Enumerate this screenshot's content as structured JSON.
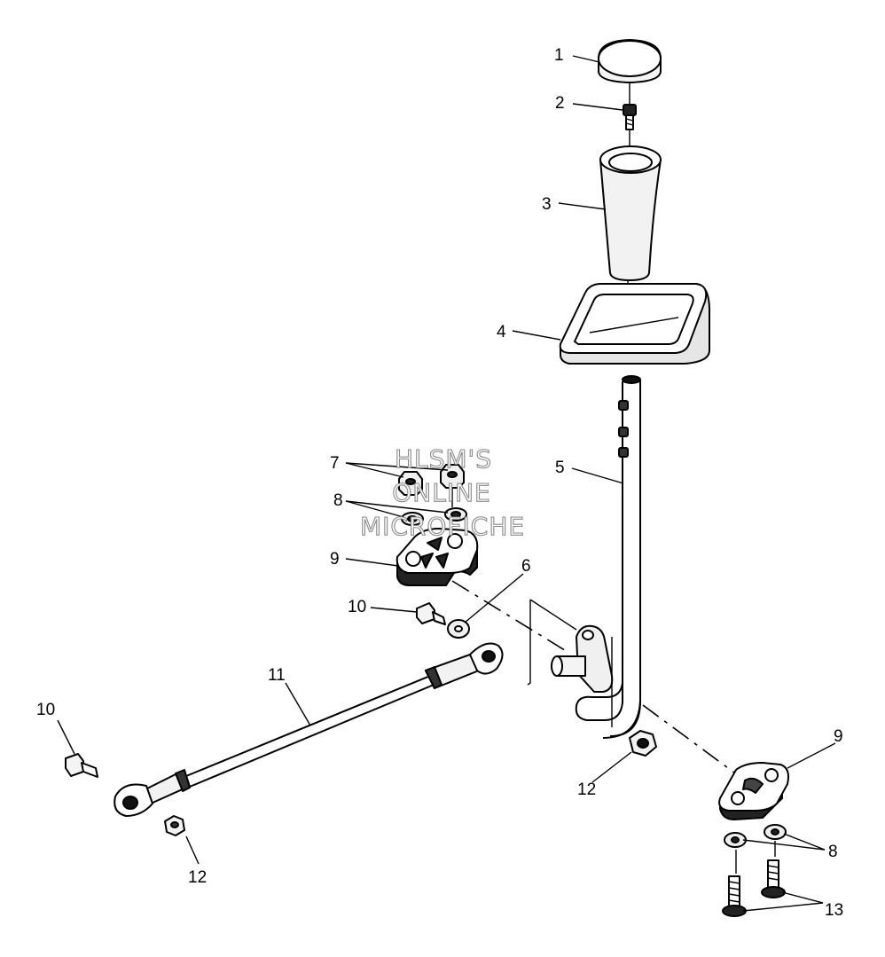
{
  "callouts": [
    {
      "id": "c1",
      "label": "1"
    },
    {
      "id": "c2",
      "label": "2"
    },
    {
      "id": "c3",
      "label": "3"
    },
    {
      "id": "c4",
      "label": "4"
    },
    {
      "id": "c5",
      "label": "5"
    },
    {
      "id": "c6",
      "label": "6"
    },
    {
      "id": "c7",
      "label": "7"
    },
    {
      "id": "c8a",
      "label": "8"
    },
    {
      "id": "c9a",
      "label": "9"
    },
    {
      "id": "c10a",
      "label": "10"
    },
    {
      "id": "c11",
      "label": "11"
    },
    {
      "id": "c10b",
      "label": "10"
    },
    {
      "id": "c12a",
      "label": "12"
    },
    {
      "id": "c12b",
      "label": "12"
    },
    {
      "id": "c9b",
      "label": "9"
    },
    {
      "id": "c8b",
      "label": "8"
    },
    {
      "id": "c13",
      "label": "13"
    }
  ],
  "watermark": {
    "line1": "HLSM'S",
    "line2": "ONLINE",
    "line3": "MICROFICHE"
  }
}
